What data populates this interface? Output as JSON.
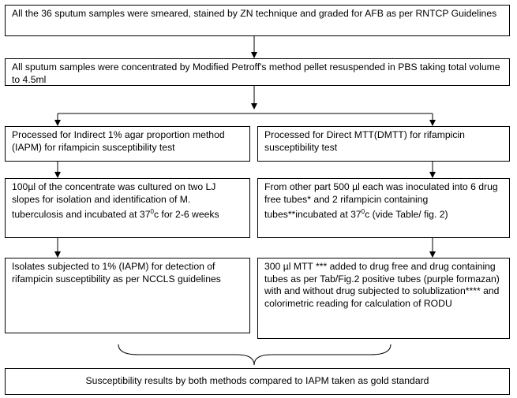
{
  "boxes": {
    "smear": "All the 36 sputum samples were smeared, stained by ZN technique and graded for AFB as per RNTCP Guidelines",
    "concentrate": "All sputum samples were concentrated by Modified Petroff's method  pellet resuspended in PBS taking total volume to 4.5ml",
    "iapm": "Processed for Indirect 1%  agar proportion method (IAPM) for rifampicin susceptibility test",
    "dmtt": "Processed for Direct MTT(DMTT) for rifampicin susceptibility test",
    "culture": {
      "pre": "100µl of the concentrate was cultured on two LJ slopes for isolation and identification of M. tuberculosis and incubated at 37",
      "sup": "0",
      "post": "c for 2-6 weeks"
    },
    "inoculate": {
      "pre": "From other part 500 µl each was inoculated into 6 drug free tubes* and 2 rifampicin containing tubes**incubated at 37",
      "sup": "0",
      "post": "c (vide Table/ fig. 2)"
    },
    "isolates": "Isolates subjected to 1% (IAPM) for detection of rifampicin susceptibility as per NCCLS guidelines",
    "mtt": "300 µl MTT *** added to drug free and drug containing tubes as per Tab/Fig.2   positive tubes (purple formazan) with and without drug subjected to solublization**** and colorimetric reading for calculation of RODU",
    "result": "Susceptibility results by both methods compared to IAPM taken as gold standard"
  }
}
